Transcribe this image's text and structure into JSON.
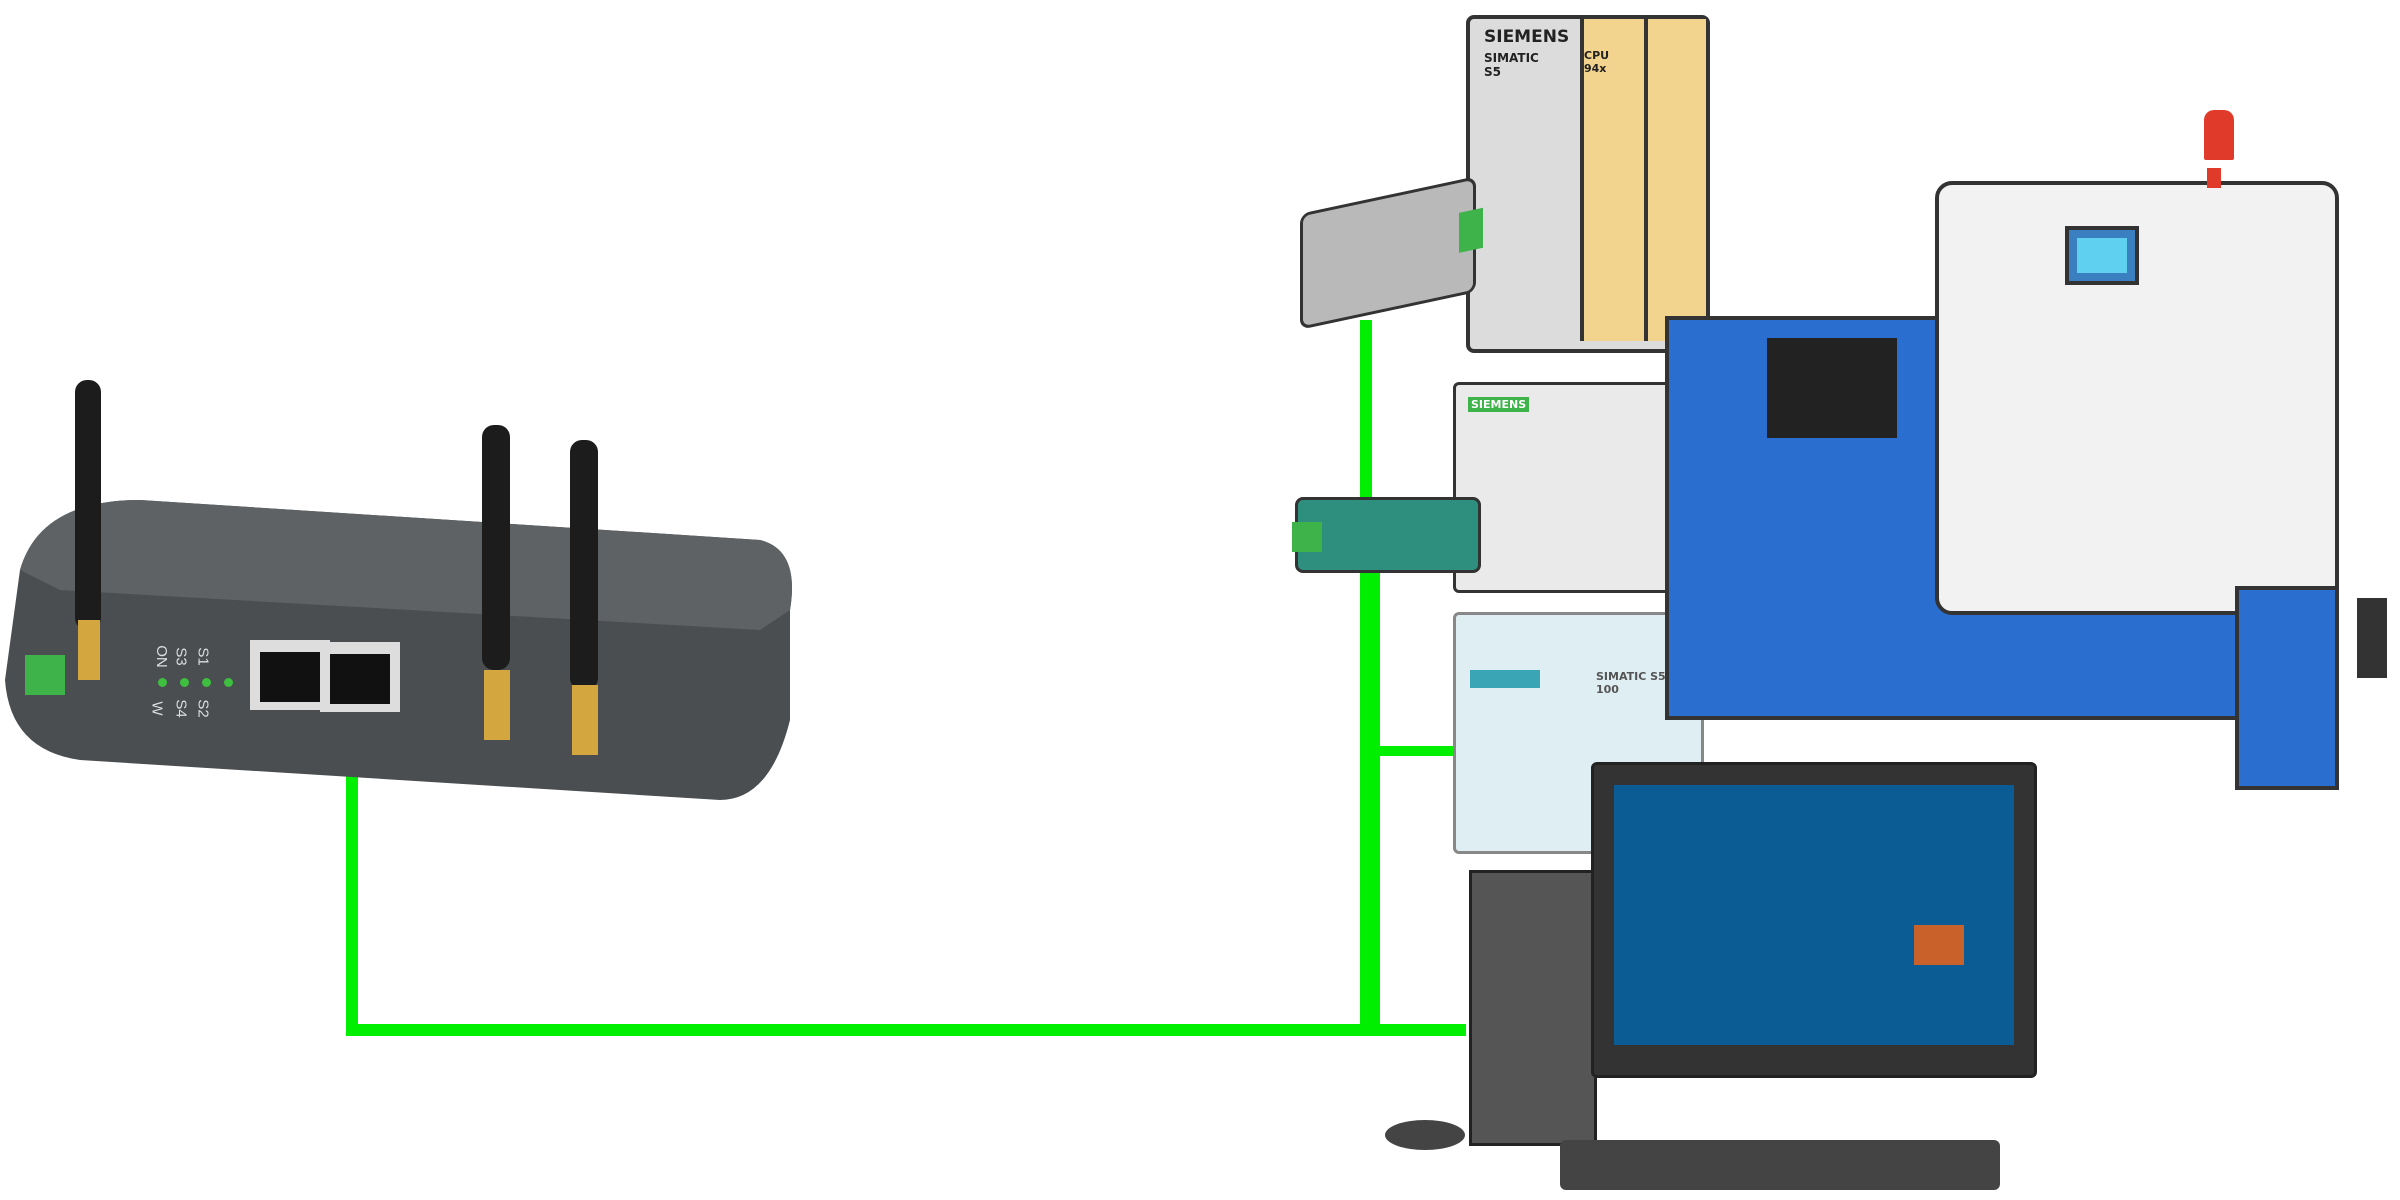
{
  "diagram": {
    "router": {
      "led_labels": [
        "ON",
        "S3",
        "S1",
        "W",
        "S4",
        "S2"
      ],
      "colors": {
        "body": "#55595c",
        "antenna": "#1c1c1c",
        "connector": "#d4a640",
        "terminal": "#3db34a"
      }
    },
    "plc_s5": {
      "brand": "SIEMENS",
      "model": "SIMATIC S5",
      "cpu_label": "CPU 94x"
    },
    "plc_s7_300": {
      "brand": "SIEMENS"
    },
    "plc_s7_1200": {
      "model": "SIMATIC S5-100"
    },
    "wire_color": "#00ee00",
    "cnc_color": "#2a6fd0",
    "monitor_color": "#0b5c94"
  }
}
